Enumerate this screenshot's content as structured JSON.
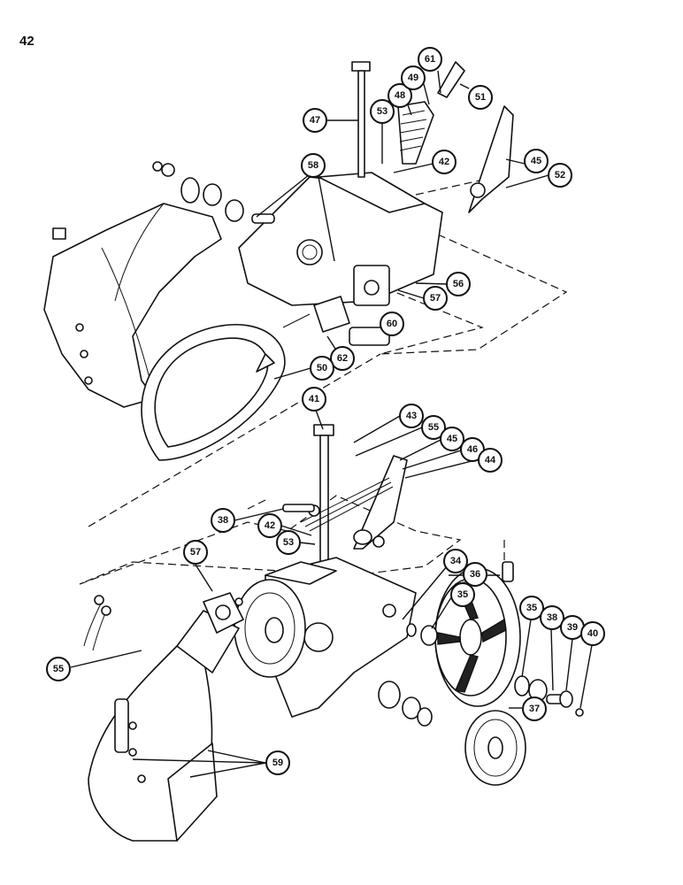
{
  "page_number": "42",
  "callouts": [
    {
      "id": "c47",
      "label": "47"
    },
    {
      "id": "c53a",
      "label": "53"
    },
    {
      "id": "c48",
      "label": "48"
    },
    {
      "id": "c49",
      "label": "49"
    },
    {
      "id": "c61",
      "label": "61"
    },
    {
      "id": "c51",
      "label": "51"
    },
    {
      "id": "c42a",
      "label": "42"
    },
    {
      "id": "c45a",
      "label": "45"
    },
    {
      "id": "c52",
      "label": "52"
    },
    {
      "id": "c58",
      "label": "58"
    },
    {
      "id": "c56",
      "label": "56"
    },
    {
      "id": "c57a",
      "label": "57"
    },
    {
      "id": "c60",
      "label": "60"
    },
    {
      "id": "c62",
      "label": "62"
    },
    {
      "id": "c50",
      "label": "50"
    },
    {
      "id": "c41",
      "label": "41"
    },
    {
      "id": "c43",
      "label": "43"
    },
    {
      "id": "c55a",
      "label": "55"
    },
    {
      "id": "c45b",
      "label": "45"
    },
    {
      "id": "c46",
      "label": "46"
    },
    {
      "id": "c44",
      "label": "44"
    },
    {
      "id": "c38a",
      "label": "38"
    },
    {
      "id": "c42b",
      "label": "42"
    },
    {
      "id": "c53b",
      "label": "53"
    },
    {
      "id": "c57b",
      "label": "57"
    },
    {
      "id": "c34",
      "label": "34"
    },
    {
      "id": "c36",
      "label": "36"
    },
    {
      "id": "c35a",
      "label": "35"
    },
    {
      "id": "c35b",
      "label": "35"
    },
    {
      "id": "c38b",
      "label": "38"
    },
    {
      "id": "c39",
      "label": "39"
    },
    {
      "id": "c40",
      "label": "40"
    },
    {
      "id": "c37",
      "label": "37"
    },
    {
      "id": "c55b",
      "label": "55"
    },
    {
      "id": "c59",
      "label": "59"
    }
  ]
}
